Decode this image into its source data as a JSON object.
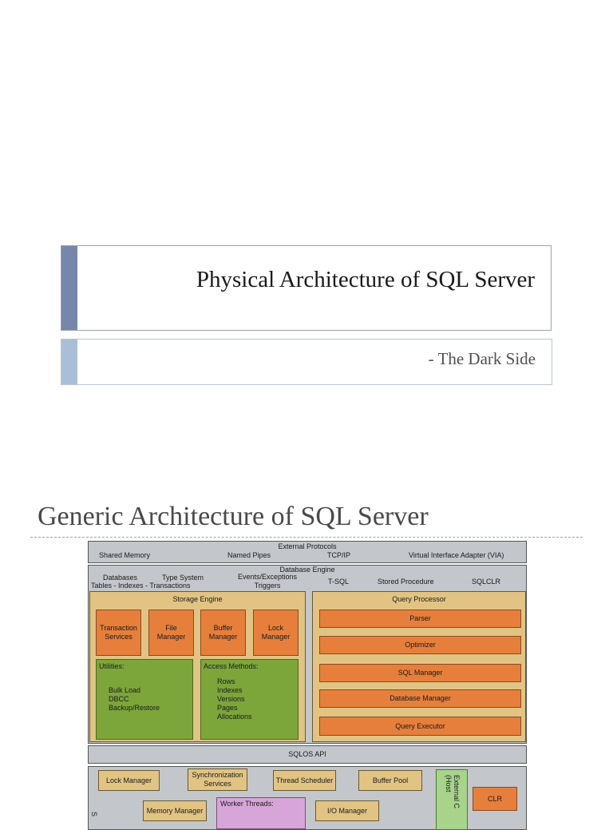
{
  "slide1": {
    "title": "Physical Architecture of SQL Server",
    "subtitle": "- The Dark Side"
  },
  "slide2": {
    "title": "Generic Architecture of SQL Server",
    "diagram": {
      "external_protocols": {
        "label": "External Protocols",
        "items": [
          "Shared Memory",
          "Named Pipes",
          "TCP/IP",
          "Virtual Interface Adapter (VIA)"
        ]
      },
      "database_engine": {
        "label": "Database Engine",
        "row1_left": "Databases",
        "row1_mid": "Type System",
        "row2_left": "Tables - Indexes - Transactions",
        "events_line1": "Events/Exceptions",
        "events_line2": "Triggers",
        "tsql": "T-SQL",
        "stored_procedure": "Stored Procedure",
        "sqlclr": "SQLCLR"
      },
      "storage_engine": {
        "label": "Storage Engine",
        "transaction_l1": "Transaction",
        "transaction_l2": "Services",
        "file_l1": "File",
        "file_l2": "Manager",
        "buffer_l1": "Buffer",
        "buffer_l2": "Manager",
        "lock_l1": "Lock",
        "lock_l2": "Manager",
        "utilities_label": "Utilities:",
        "utilities_items": [
          "Bulk Load",
          "DBCC",
          "Backup/Restore"
        ],
        "access_label": "Access Methods:",
        "access_items": [
          "Rows",
          "Indexes",
          "Versions",
          "Pages",
          "Allocations"
        ]
      },
      "query_processor": {
        "label": "Query Processor",
        "items": [
          "Parser",
          "Optimizer",
          "SQL Manager",
          "Database Manager",
          "Query Executor"
        ]
      },
      "sqlos_api": "SQLOS API",
      "sqlos": {
        "lock_manager": "Lock Manager",
        "sync_l1": "Synchronization",
        "sync_l2": "Services",
        "thread_scheduler": "Thread Scheduler",
        "buffer_pool": "Buffer Pool",
        "external_l1": "External C",
        "external_l2": "(Host",
        "clr": "CLR",
        "memory_manager": "Memory Manager",
        "worker_threads": "Worker Threads:",
        "io_manager": "I/O Manager",
        "side_letter": "S"
      }
    }
  }
}
